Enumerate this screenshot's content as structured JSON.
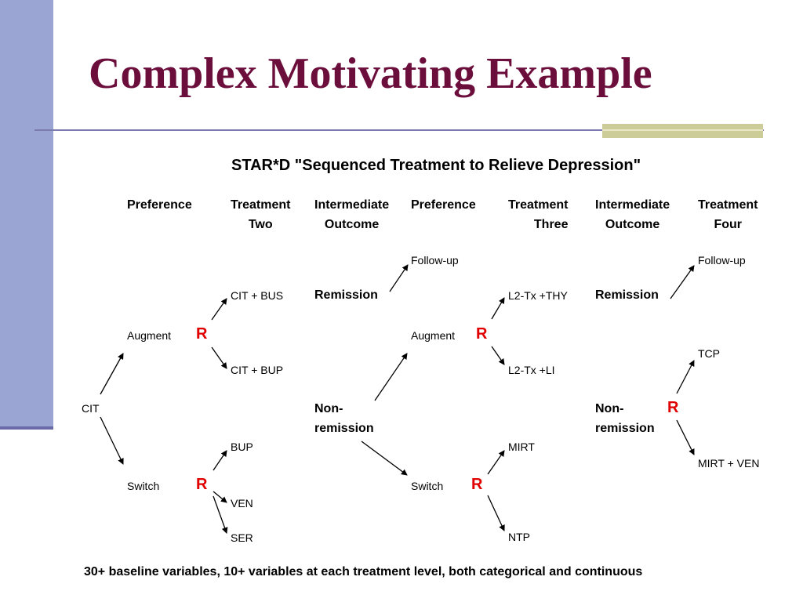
{
  "slide": {
    "title": "Complex Motivating Example",
    "subtitle": "STAR*D  \"Sequenced Treatment to Relieve Depression\"",
    "footer": "30+ baseline variables, 10+ variables at each treatment level, both categorical and continuous",
    "colors": {
      "title": "#6b0e3c",
      "randomization": "#e00000",
      "sidebar": "#9aa5d3",
      "accent_block": "#cccc99"
    }
  },
  "headers": {
    "preference_1": "Preference",
    "treatment_two": [
      "Treatment",
      "Two"
    ],
    "intermediate_1": [
      "Intermediate",
      "Outcome"
    ],
    "preference_2": "Preference",
    "treatment_three": [
      "Treatment",
      "Three"
    ],
    "intermediate_2": [
      "Intermediate",
      "Outcome"
    ],
    "treatment_four": [
      "Treatment",
      "Four"
    ]
  },
  "nodes": {
    "cit": "CIT",
    "augment_1": "Augment",
    "switch_1": "Switch",
    "cit_bus": "CIT + BUS",
    "cit_bup": "CIT + BUP",
    "bup": "BUP",
    "ven": "VEN",
    "ser": "SER",
    "remission_1": "Remission",
    "nonremission_1": [
      "Non-",
      "remission"
    ],
    "followup_1": "Follow-up",
    "augment_2": "Augment",
    "switch_2": "Switch",
    "l2_thy": "L2-Tx +THY",
    "l2_li": "L2-Tx +LI",
    "mirt": "MIRT",
    "ntp": "NTP",
    "remission_2": "Remission",
    "nonremission_2": [
      "Non-",
      "remission"
    ],
    "followup_2": "Follow-up",
    "tcp": "TCP",
    "mirt_ven": "MIRT + VEN",
    "randomization_mark": "R"
  }
}
